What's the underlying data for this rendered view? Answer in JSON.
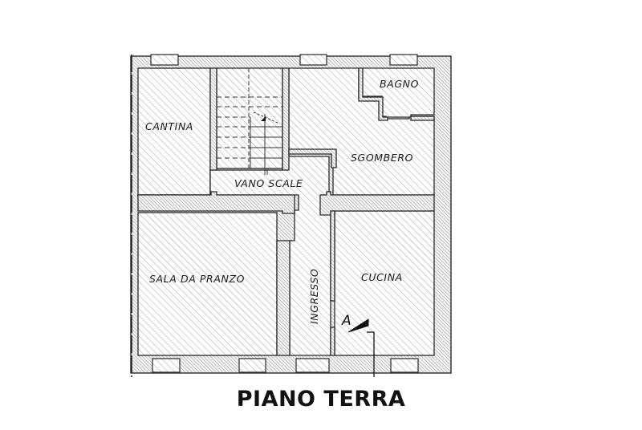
{
  "plan": {
    "title": "PIANO TERRA",
    "colors": {
      "background": "#ffffff",
      "wall_fill": "#e4e4e4",
      "hatch": "#8a8a8a",
      "line": "#2a2a2a"
    },
    "rooms": [
      {
        "id": "cantina",
        "label": "CANTINA"
      },
      {
        "id": "vano-scale",
        "label": "VANO SCALE"
      },
      {
        "id": "bagno",
        "label": "BAGNO"
      },
      {
        "id": "sgombero",
        "label": "SGOMBERO"
      },
      {
        "id": "sala-da-pranzo",
        "label": "SALA DA PRANZO"
      },
      {
        "id": "ingresso",
        "label": "INGRESSO"
      },
      {
        "id": "cucina",
        "label": "CUCINA"
      }
    ],
    "section_marker": {
      "label": "A"
    }
  }
}
